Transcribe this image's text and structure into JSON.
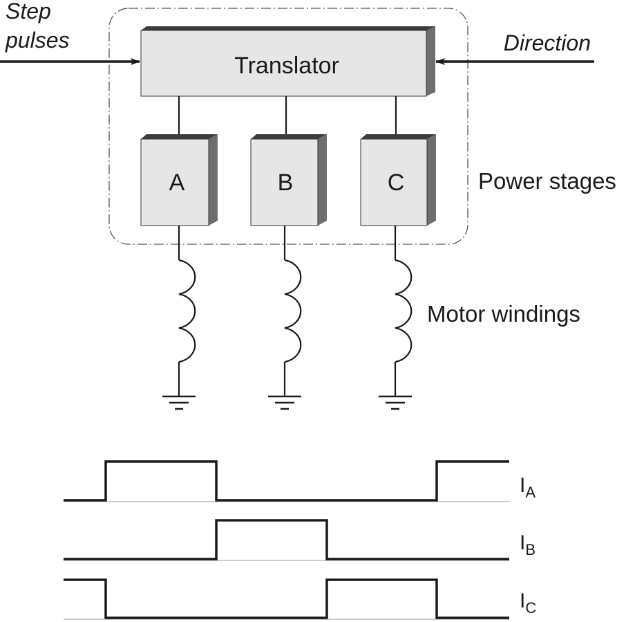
{
  "inputs": {
    "step_pulses_line1": "Step",
    "step_pulses_line2": "pulses",
    "direction": "Direction"
  },
  "translator": {
    "label": "Translator"
  },
  "power_stages": {
    "label": "Power stages",
    "stages": [
      "A",
      "B",
      "C"
    ]
  },
  "motor_windings": {
    "label": "Motor windings"
  },
  "waveforms": [
    {
      "name": "I",
      "subscript": "A"
    },
    {
      "name": "I",
      "subscript": "B"
    },
    {
      "name": "I",
      "subscript": "C"
    }
  ],
  "colors": {
    "box_fill": "#e6e6e6",
    "box_side": "#6e6e6e",
    "box_top": "#3c3c3c",
    "line": "#1a1a1a",
    "dashed_outline": "#555555"
  }
}
